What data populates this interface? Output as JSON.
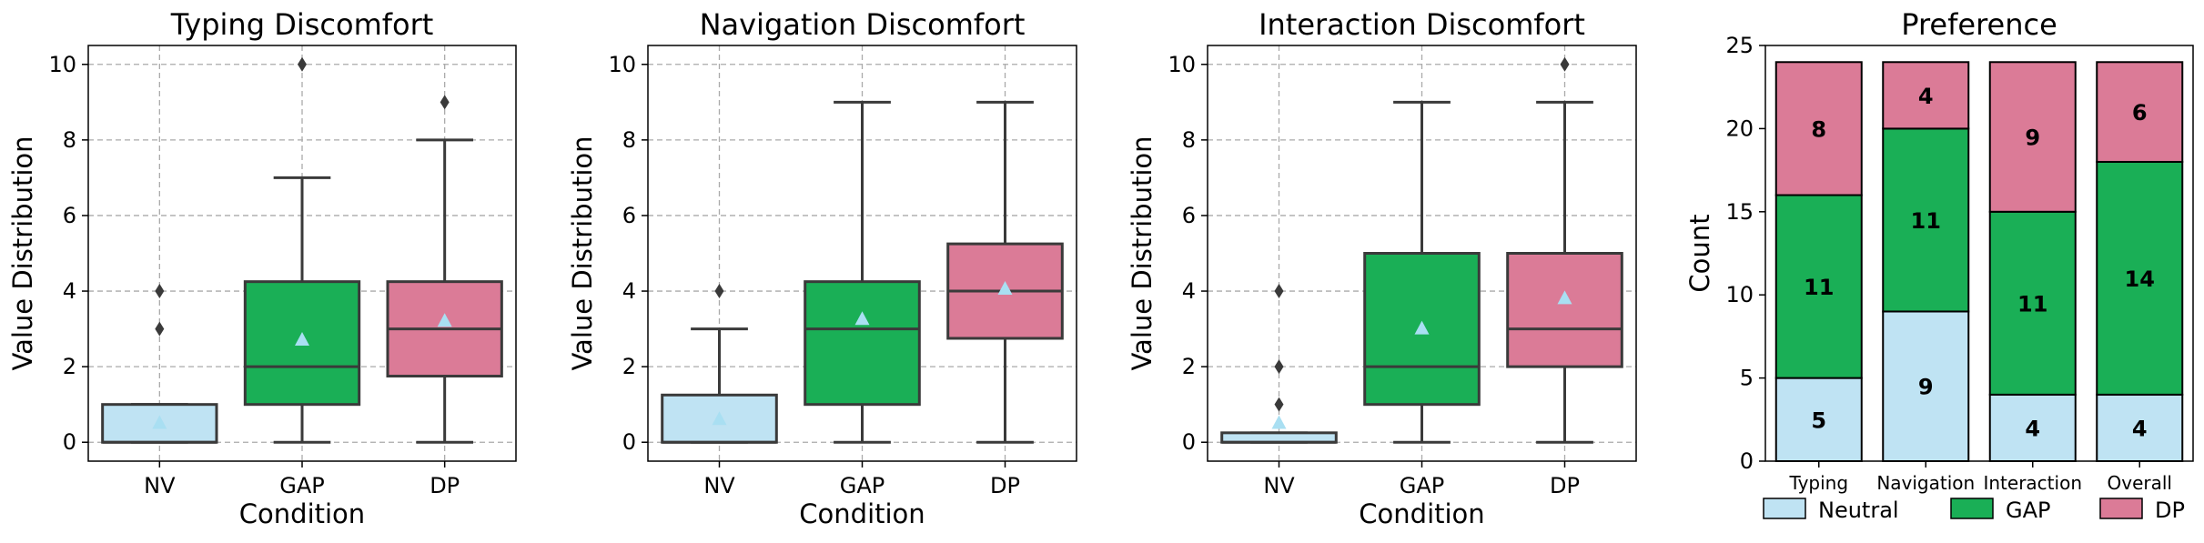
{
  "colors": {
    "NV": "#bfe3f3",
    "GAP": "#1aaf56",
    "DP": "#db7b97",
    "mean_marker": "#a9dff2"
  },
  "chart_data": [
    {
      "type": "box",
      "title": "Typing Discomfort",
      "xlabel": "Condition",
      "ylabel": "Value Distribution",
      "ylim": [
        -0.5,
        10.5
      ],
      "yticks": [
        0,
        2,
        4,
        6,
        8,
        10
      ],
      "grid": true,
      "categories": [
        "NV",
        "GAP",
        "DP"
      ],
      "boxes": [
        {
          "q1": 0,
          "median": 0,
          "q3": 1,
          "whisker_low": 0,
          "whisker_high": 1,
          "mean": 0.5,
          "outliers": [
            3,
            4
          ]
        },
        {
          "q1": 1,
          "median": 2,
          "q3": 4.25,
          "whisker_low": 0,
          "whisker_high": 7,
          "mean": 2.7,
          "outliers": [
            10
          ]
        },
        {
          "q1": 1.75,
          "median": 3,
          "q3": 4.25,
          "whisker_low": 0,
          "whisker_high": 8,
          "mean": 3.2,
          "outliers": [
            9
          ]
        }
      ]
    },
    {
      "type": "box",
      "title": "Navigation Discomfort",
      "xlabel": "Condition",
      "ylabel": "Value Distribution",
      "ylim": [
        -0.5,
        10.5
      ],
      "yticks": [
        0,
        2,
        4,
        6,
        8,
        10
      ],
      "grid": true,
      "categories": [
        "NV",
        "GAP",
        "DP"
      ],
      "boxes": [
        {
          "q1": 0,
          "median": 0,
          "q3": 1.25,
          "whisker_low": 0,
          "whisker_high": 3,
          "mean": 0.6,
          "outliers": [
            4
          ]
        },
        {
          "q1": 1,
          "median": 3,
          "q3": 4.25,
          "whisker_low": 0,
          "whisker_high": 9,
          "mean": 3.25,
          "outliers": []
        },
        {
          "q1": 2.75,
          "median": 4,
          "q3": 5.25,
          "whisker_low": 0,
          "whisker_high": 9,
          "mean": 4.05,
          "outliers": []
        }
      ]
    },
    {
      "type": "box",
      "title": "Interaction Discomfort",
      "xlabel": "Condition",
      "ylabel": "Value Distribution",
      "ylim": [
        -0.5,
        10.5
      ],
      "yticks": [
        0,
        2,
        4,
        6,
        8,
        10
      ],
      "grid": true,
      "categories": [
        "NV",
        "GAP",
        "DP"
      ],
      "boxes": [
        {
          "q1": 0,
          "median": 0,
          "q3": 0.25,
          "whisker_low": 0,
          "whisker_high": 0.25,
          "mean": 0.5,
          "outliers": [
            1,
            2,
            4
          ]
        },
        {
          "q1": 1,
          "median": 2,
          "q3": 5,
          "whisker_low": 0,
          "whisker_high": 9,
          "mean": 3,
          "outliers": []
        },
        {
          "q1": 2,
          "median": 3,
          "q3": 5,
          "whisker_low": 0,
          "whisker_high": 9,
          "mean": 3.8,
          "outliers": [
            10
          ]
        }
      ]
    },
    {
      "type": "bar",
      "stacked": true,
      "title": "Preference",
      "xlabel": "",
      "ylabel": "Count",
      "ylim": [
        0,
        25
      ],
      "yticks": [
        0,
        5,
        10,
        15,
        20,
        25
      ],
      "grid": false,
      "categories": [
        "Typing",
        "Navigation",
        "Interaction",
        "Overall"
      ],
      "series": [
        {
          "name": "Neutral",
          "values": [
            5,
            9,
            4,
            4
          ]
        },
        {
          "name": "GAP",
          "values": [
            11,
            11,
            11,
            14
          ]
        },
        {
          "name": "DP",
          "values": [
            8,
            4,
            9,
            6
          ]
        }
      ],
      "legend": "bottom"
    }
  ]
}
